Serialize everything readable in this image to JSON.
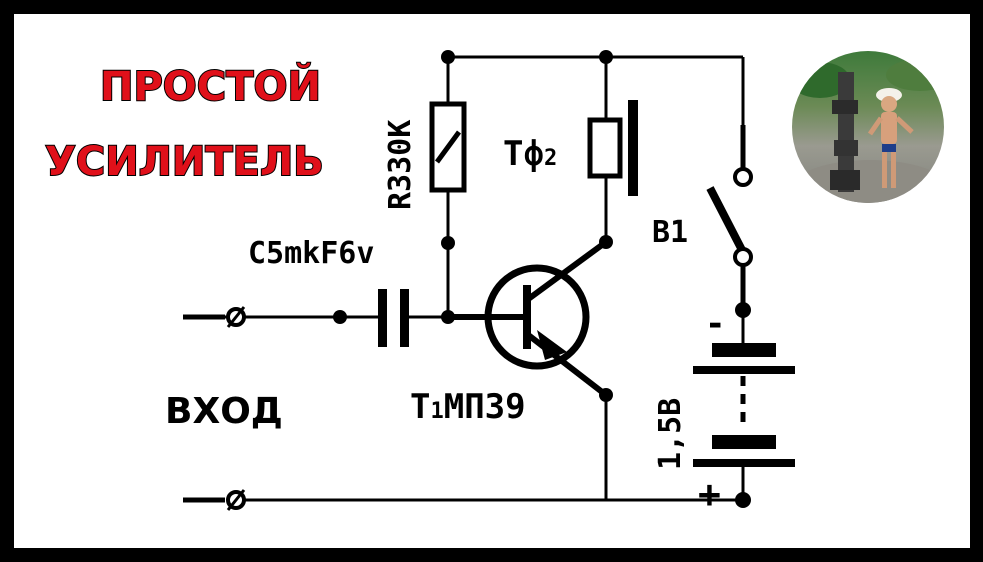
{
  "title": {
    "line1": "ПРОСТОЙ",
    "line2": "УСИЛИТЕЛЬ"
  },
  "labels": {
    "resistor": "R330K",
    "capacitor": "C5mkF6v",
    "headphones_main": "Тф",
    "headphones_sub": "2",
    "switch": "B1",
    "transistor_main": "Т",
    "transistor_sub": "1",
    "transistor_model": "МП39",
    "battery": "1,5В",
    "input": "ВХОД",
    "minus": "-",
    "plus": "+"
  },
  "colors": {
    "frame": "#000000",
    "background": "#ffffff",
    "title_fill": "#e0101a",
    "wire": "#000000"
  },
  "photo": {
    "subject": "child-beside-rock-pillar-photo"
  }
}
